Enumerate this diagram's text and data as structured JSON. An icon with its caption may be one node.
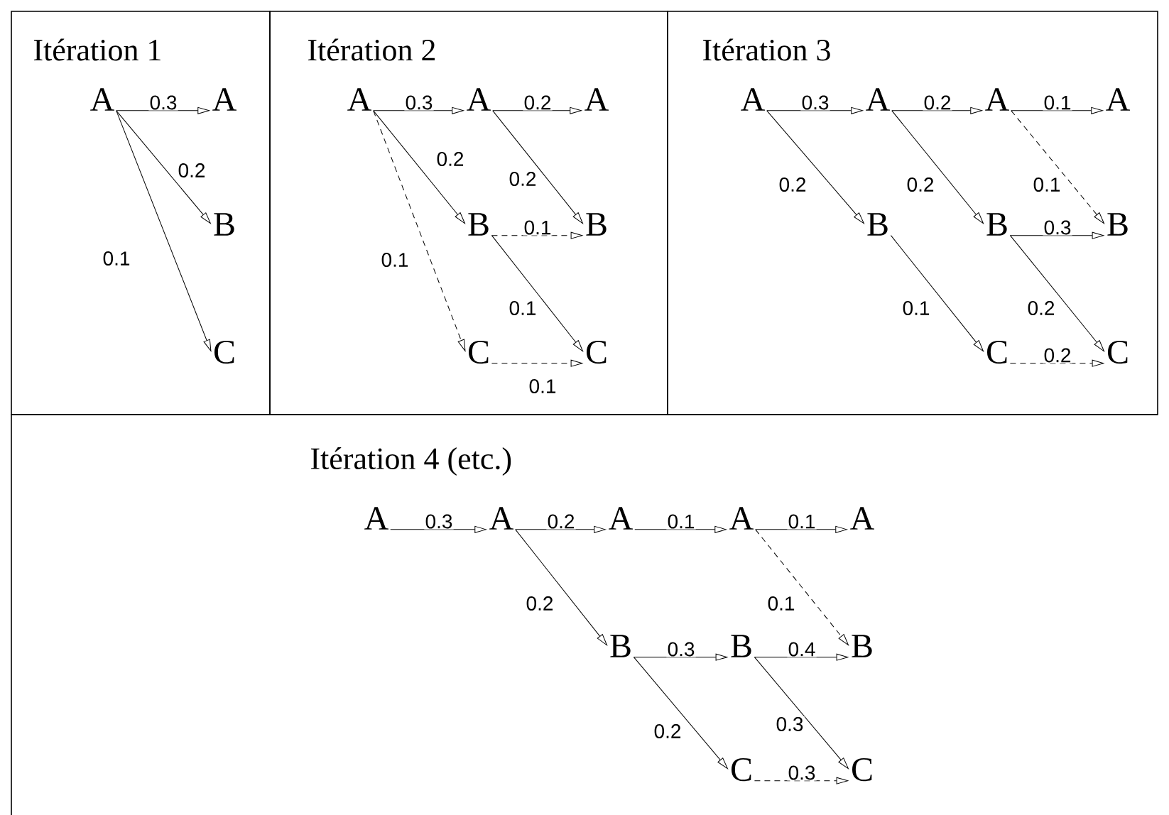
{
  "diagram": {
    "nodes": [
      {
        "text": [
          "Itération 1"
        ]
      },
      {
        "text": [
          "A"
        ],
        "in": 0
      },
      {
        "text": [
          "A"
        ],
        "in": 0
      },
      {
        "text": [
          "B"
        ],
        "in": 0
      },
      {
        "text": [
          "C"
        ],
        "in": 0
      },
      {
        "text": [
          "Itération 2"
        ]
      },
      {
        "text": [
          "A"
        ],
        "in": 5
      },
      {
        "text": [
          "A"
        ],
        "in": 5
      },
      {
        "text": [
          "A"
        ],
        "in": 5
      },
      {
        "text": [
          "B"
        ],
        "in": 5
      },
      {
        "text": [
          "B"
        ],
        "in": 5
      },
      {
        "text": [
          "C"
        ],
        "in": 5
      },
      {
        "text": [
          "C"
        ],
        "in": 5
      },
      {
        "text": [
          "Itération 3"
        ]
      },
      {
        "text": [
          "A"
        ],
        "in": 13
      },
      {
        "text": [
          "A"
        ],
        "in": 13
      },
      {
        "text": [
          "A"
        ],
        "in": 13
      },
      {
        "text": [
          "A"
        ],
        "in": 13
      },
      {
        "text": [
          "B"
        ],
        "in": 13
      },
      {
        "text": [
          "B"
        ],
        "in": 13
      },
      {
        "text": [
          "B"
        ],
        "in": 13
      },
      {
        "text": [
          "C"
        ],
        "in": 13
      },
      {
        "text": [
          "C"
        ],
        "in": 13
      },
      {
        "text": [
          "Itération 4 (etc.)"
        ]
      },
      {
        "text": [
          "A"
        ],
        "in": 23
      },
      {
        "text": [
          "A"
        ],
        "in": 23
      },
      {
        "text": [
          "A"
        ],
        "in": 23
      },
      {
        "text": [
          "A"
        ],
        "in": 23
      },
      {
        "text": [
          "A"
        ],
        "in": 23
      },
      {
        "text": [
          "B"
        ],
        "in": 23
      },
      {
        "text": [
          "B"
        ],
        "in": 23
      },
      {
        "text": [
          "B"
        ],
        "in": 23
      },
      {
        "text": [
          "C"
        ],
        "in": 23
      },
      {
        "text": [
          "C"
        ],
        "in": 23
      }
    ],
    "edges": [
      {
        "from": 1,
        "to": 2,
        "arrow": "to",
        "label": "0.3"
      },
      {
        "from": 1,
        "to": 3,
        "arrow": "to",
        "label": "0.2"
      },
      {
        "from": 1,
        "to": 4,
        "arrow": "to",
        "label": "0.1"
      },
      {
        "from": 6,
        "to": 7,
        "arrow": "to",
        "label": "0.3"
      },
      {
        "from": 6,
        "to": 9,
        "arrow": "to",
        "label": "0.2"
      },
      {
        "from": 6,
        "to": 11,
        "arrow": "to",
        "label": "0.1",
        "style": "dashed"
      },
      {
        "from": 7,
        "to": 8,
        "arrow": "to",
        "label": "0.2"
      },
      {
        "from": 7,
        "to": 10,
        "arrow": "to",
        "label": "0.2"
      },
      {
        "from": 9,
        "to": 10,
        "arrow": "to",
        "label": "0.1",
        "style": "dashed"
      },
      {
        "from": 9,
        "to": 12,
        "arrow": "to",
        "label": "0.1"
      },
      {
        "from": 11,
        "to": 12,
        "arrow": "to",
        "label": "0.1",
        "style": "dashed"
      },
      {
        "from": 14,
        "to": 15,
        "arrow": "to",
        "label": "0.3"
      },
      {
        "from": 14,
        "to": 18,
        "arrow": "to",
        "label": "0.2"
      },
      {
        "from": 15,
        "to": 16,
        "arrow": "to",
        "label": "0.2"
      },
      {
        "from": 15,
        "to": 19,
        "arrow": "to",
        "label": "0.2"
      },
      {
        "from": 16,
        "to": 17,
        "arrow": "to",
        "label": "0.1"
      },
      {
        "from": 16,
        "to": 20,
        "arrow": "to",
        "label": "0.1",
        "style": "dashed"
      },
      {
        "from": 19,
        "to": 20,
        "arrow": "to",
        "label": "0.3"
      },
      {
        "from": 18,
        "to": 21,
        "arrow": "to",
        "label": "0.1"
      },
      {
        "from": 19,
        "to": 22,
        "arrow": "to",
        "label": "0.2"
      },
      {
        "from": 21,
        "to": 22,
        "arrow": "to",
        "label": "0.2",
        "style": "dashed"
      },
      {
        "from": 24,
        "to": 25,
        "arrow": "to",
        "label": "0.3"
      },
      {
        "from": 25,
        "to": 26,
        "arrow": "to",
        "label": "0.2"
      },
      {
        "from": 25,
        "to": 29,
        "arrow": "to",
        "label": "0.2"
      },
      {
        "from": 26,
        "to": 27,
        "arrow": "to",
        "label": "0.1"
      },
      {
        "from": 27,
        "to": 28,
        "arrow": "to",
        "label": "0.1"
      },
      {
        "from": 27,
        "to": 31,
        "arrow": "to",
        "label": "0.1",
        "style": "dashed"
      },
      {
        "from": 29,
        "to": 30,
        "arrow": "to",
        "label": "0.3"
      },
      {
        "from": 30,
        "to": 31,
        "arrow": "to",
        "label": "0.4"
      },
      {
        "from": 29,
        "to": 32,
        "arrow": "to",
        "label": "0.2"
      },
      {
        "from": 30,
        "to": 33,
        "arrow": "to",
        "label": "0.3"
      },
      {
        "from": 32,
        "to": 33,
        "arrow": "to",
        "label": "0.3",
        "style": "dashed"
      }
    ]
  }
}
